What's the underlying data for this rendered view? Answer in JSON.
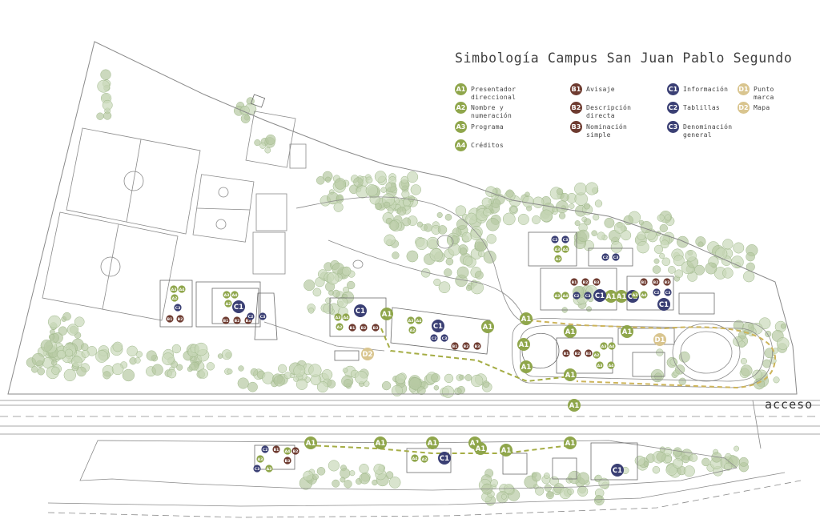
{
  "title": "Simbología Campus San Juan Pablo Segundo",
  "access_label": "acceso",
  "colors": {
    "A": "#8fa64b",
    "B": "#6e3b30",
    "C": "#3a3f74",
    "D": "#d9c58f",
    "path_dash": "#a5ad45",
    "path_dash_alt": "#cdb45a",
    "line": "#8a8a8a",
    "tree": "#c9d9b9",
    "tree_stroke": "#9fb88a",
    "tree_dark": "#b7c9a3"
  },
  "legend": [
    {
      "code": "A1",
      "group": "A",
      "label": "Presentador direccional"
    },
    {
      "code": "A2",
      "group": "A",
      "label": "Nombre y numeración"
    },
    {
      "code": "A3",
      "group": "A",
      "label": "Programa"
    },
    {
      "code": "A4",
      "group": "A",
      "label": "Créditos"
    },
    {
      "code": "B1",
      "group": "B",
      "label": "Avisaje"
    },
    {
      "code": "B2",
      "group": "B",
      "label": "Descripción directa"
    },
    {
      "code": "B3",
      "group": "B",
      "label": "Nominación simple"
    },
    {
      "code": "C1",
      "group": "C",
      "label": "Información"
    },
    {
      "code": "C2",
      "group": "C",
      "label": "Tablillas"
    },
    {
      "code": "C3",
      "group": "C",
      "label": "Denominación\ngeneral"
    },
    {
      "code": "D1",
      "group": "D",
      "label": "Punto marca"
    },
    {
      "code": "D2",
      "group": "D",
      "label": "Mapa"
    }
  ],
  "markers": [
    {
      "code": "A1",
      "size": "lg"
    },
    {
      "code": "A1",
      "size": "lg"
    },
    {
      "code": "A1",
      "size": "lg"
    },
    {
      "code": "A1",
      "size": "lg"
    },
    {
      "code": "A1",
      "size": "lg"
    },
    {
      "code": "A1",
      "size": "lg"
    },
    {
      "code": "A1",
      "size": "lg"
    },
    {
      "code": "A1",
      "size": "lg"
    },
    {
      "code": "A1",
      "size": "lg"
    },
    {
      "code": "A1",
      "size": "lg"
    },
    {
      "code": "A1",
      "size": "lg"
    },
    {
      "code": "A1",
      "size": "lg"
    },
    {
      "code": "A1",
      "size": "lg"
    },
    {
      "code": "A1",
      "size": "lg"
    },
    {
      "code": "A1",
      "size": "lg"
    },
    {
      "code": "A1",
      "size": "lg"
    },
    {
      "code": "A1",
      "size": "lg"
    },
    {
      "code": "A1",
      "size": "lg"
    },
    {
      "code": "C1",
      "size": "lg"
    },
    {
      "code": "C1",
      "size": "lg"
    },
    {
      "code": "C1",
      "size": "lg"
    },
    {
      "code": "C1",
      "size": "lg"
    },
    {
      "code": "C1",
      "size": "lg"
    },
    {
      "code": "C1",
      "size": "lg"
    },
    {
      "code": "C1",
      "size": "lg"
    },
    {
      "code": "C1",
      "size": "lg"
    },
    {
      "code": "D1",
      "size": "lg"
    },
    {
      "code": "D2",
      "size": "lg"
    },
    {
      "code": "A3",
      "size": "sm"
    },
    {
      "code": "A4",
      "size": "sm"
    },
    {
      "code": "A2",
      "size": "sm"
    },
    {
      "code": "C3",
      "size": "sm"
    },
    {
      "code": "B1",
      "size": "sm"
    },
    {
      "code": "B2",
      "size": "sm"
    },
    {
      "code": "A3",
      "size": "sm"
    },
    {
      "code": "A4",
      "size": "sm"
    },
    {
      "code": "A2",
      "size": "sm"
    },
    {
      "code": "B1",
      "size": "sm"
    },
    {
      "code": "B2",
      "size": "sm"
    },
    {
      "code": "B3",
      "size": "sm"
    },
    {
      "code": "C2",
      "size": "sm"
    },
    {
      "code": "C3",
      "size": "sm"
    },
    {
      "code": "A3",
      "size": "sm"
    },
    {
      "code": "A4",
      "size": "sm"
    },
    {
      "code": "A2",
      "size": "sm"
    },
    {
      "code": "B1",
      "size": "sm"
    },
    {
      "code": "B2",
      "size": "sm"
    },
    {
      "code": "B3",
      "size": "sm"
    },
    {
      "code": "A3",
      "size": "sm"
    },
    {
      "code": "A4",
      "size": "sm"
    },
    {
      "code": "A2",
      "size": "sm"
    },
    {
      "code": "C2",
      "size": "sm"
    },
    {
      "code": "C3",
      "size": "sm"
    },
    {
      "code": "B1",
      "size": "sm"
    },
    {
      "code": "B2",
      "size": "sm"
    },
    {
      "code": "B3",
      "size": "sm"
    },
    {
      "code": "C2",
      "size": "sm"
    },
    {
      "code": "C3",
      "size": "sm"
    },
    {
      "code": "A3",
      "size": "sm"
    },
    {
      "code": "A4",
      "size": "sm"
    },
    {
      "code": "A2",
      "size": "sm"
    },
    {
      "code": "C2",
      "size": "sm"
    },
    {
      "code": "C3",
      "size": "sm"
    },
    {
      "code": "B1",
      "size": "sm"
    },
    {
      "code": "B2",
      "size": "sm"
    },
    {
      "code": "B3",
      "size": "sm"
    },
    {
      "code": "A3",
      "size": "sm"
    },
    {
      "code": "A4",
      "size": "sm"
    },
    {
      "code": "C2",
      "size": "sm"
    },
    {
      "code": "C3",
      "size": "sm"
    },
    {
      "code": "B1",
      "size": "sm"
    },
    {
      "code": "B2",
      "size": "sm"
    },
    {
      "code": "B3",
      "size": "sm"
    },
    {
      "code": "A3",
      "size": "sm"
    },
    {
      "code": "A4",
      "size": "sm"
    },
    {
      "code": "C2",
      "size": "sm"
    },
    {
      "code": "C3",
      "size": "sm"
    },
    {
      "code": "A3",
      "size": "sm"
    },
    {
      "code": "A4",
      "size": "sm"
    },
    {
      "code": "A2",
      "size": "sm"
    },
    {
      "code": "B1",
      "size": "sm"
    },
    {
      "code": "B2",
      "size": "sm"
    },
    {
      "code": "B3",
      "size": "sm"
    },
    {
      "code": "A3",
      "size": "sm"
    },
    {
      "code": "A4",
      "size": "sm"
    },
    {
      "code": "C2",
      "size": "sm"
    },
    {
      "code": "B1",
      "size": "sm"
    },
    {
      "code": "A3",
      "size": "sm"
    },
    {
      "code": "A4",
      "size": "sm"
    },
    {
      "code": "B2",
      "size": "sm"
    },
    {
      "code": "B3",
      "size": "sm"
    },
    {
      "code": "C3",
      "size": "sm"
    },
    {
      "code": "A3",
      "size": "sm"
    },
    {
      "code": "A4",
      "size": "sm"
    },
    {
      "code": "A2",
      "size": "sm"
    },
    {
      "code": "C2",
      "size": "sm"
    },
    {
      "code": "C3",
      "size": "sm"
    },
    {
      "code": "A3",
      "size": "sm"
    },
    {
      "code": "A4",
      "size": "sm"
    },
    {
      "code": "B1",
      "size": "sm"
    },
    {
      "code": "B2",
      "size": "sm"
    }
  ]
}
